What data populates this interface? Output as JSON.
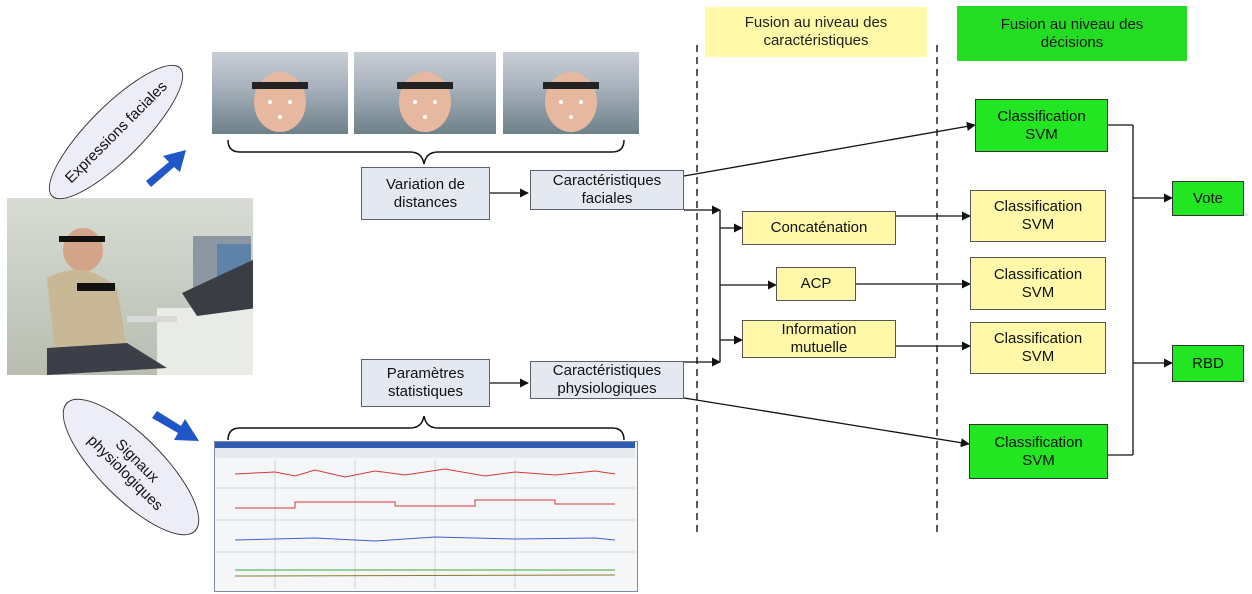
{
  "headers": {
    "feature_fusion": "Fusion au niveau des\ncaractéristiques",
    "decision_fusion": "Fusion au niveau des\ndécisions"
  },
  "modalities": {
    "facial": "Expressions faciales",
    "physio": "Signaux\nphysiologiques"
  },
  "boxes": {
    "distance_variation": "Variation de\ndistances",
    "facial_features": "Caractéristiques\nfaciales",
    "statistical_params": "Paramètres\nstatistiques",
    "physio_features": "Caractéristiques\nphysiologiques",
    "concatenation": "Concaténation",
    "pca": "ACP",
    "mutual_info": "Information\nmutuelle",
    "svm_facial": "Classification\nSVM",
    "svm_concat": "Classification\nSVM",
    "svm_pca": "Classification\nSVM",
    "svm_mutual": "Classification\nSVM",
    "svm_physio": "Classification\nSVM",
    "vote": "Vote",
    "rbd": "RBD"
  },
  "colors": {
    "gray_box": "#e4e8f0",
    "yellow_box": "#fff8a8",
    "green_box": "#22e622",
    "arrow_blue": "#1f56c8"
  },
  "icons": {
    "arrows": "blue-arrow",
    "subject_photo": "person-with-eeg-headband-at-laptop",
    "face_frames": "face-with-landmark-markers",
    "signal_screen": "physiological-signal-plot-window"
  }
}
